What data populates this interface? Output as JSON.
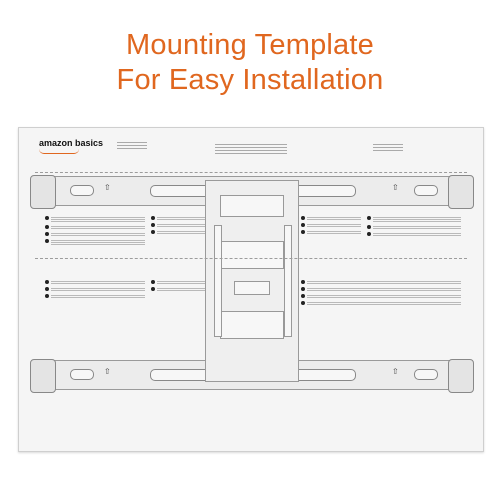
{
  "headline": {
    "line1": "Mounting Template",
    "line2": "For Easy Installation"
  },
  "template": {
    "brand": "amazon basics",
    "colors": {
      "accent": "#e0671f",
      "sheet": "#f5f5f5"
    }
  }
}
